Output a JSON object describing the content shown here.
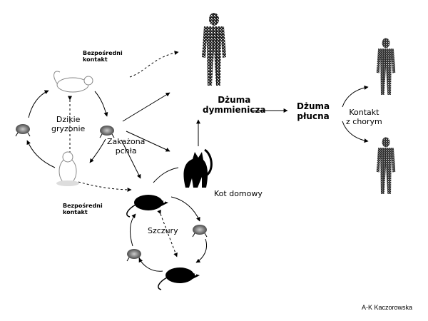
{
  "labels": {
    "direct_contact_top": [
      "Bezpośredni",
      "kontakt"
    ],
    "wild_rodents": [
      "Dzikie",
      "gryzonie"
    ],
    "infected_flea": [
      "Zakażona",
      "pchła"
    ],
    "bubonic_plague": [
      "Dżuma",
      "dymmienicza"
    ],
    "pneumonic_plague": [
      "Dżuma",
      "płucna"
    ],
    "contact_with_sick": [
      "Kontakt",
      "z chorym"
    ],
    "domestic_cat": "Kot domowy",
    "direct_contact_bottom": [
      "Bezpośredni",
      "kontakt"
    ],
    "rats": "Szczury",
    "credit": "A-K Kaczorowska"
  },
  "icons": {
    "human": "human-figure-icon",
    "squirrel": "squirrel-icon",
    "marmot": "marmot-icon",
    "flea": "flea-icon",
    "cat": "cat-icon",
    "rat": "rat-icon"
  }
}
